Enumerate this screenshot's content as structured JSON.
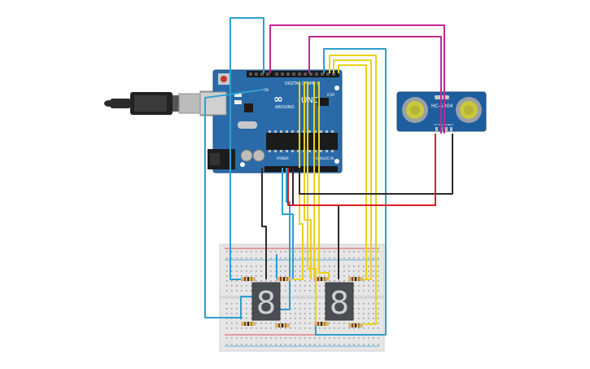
{
  "arduino": {
    "brand": "ARDUINO",
    "model": "UNO",
    "logo_glyph": "∞",
    "digital_label": "DIGITAL (PWM~)",
    "power_label": "POWER",
    "analog_label": "ANALOG IN",
    "icsp_label": "ICSP",
    "on_label": "ON",
    "board_color": "#2a6aa8"
  },
  "sensor": {
    "model": "HC-SR04",
    "pins": [
      "Vcc",
      "Trig",
      "Echo",
      "Gnd"
    ],
    "board_color": "#1f5e9e"
  },
  "displays": [
    {
      "glyph": "8"
    },
    {
      "glyph": "8"
    }
  ],
  "usb": {
    "icon": "usb-cable-icon"
  },
  "wire_colors": {
    "blue": "#2f9fd0",
    "magenta": "#c2288f",
    "yellow": "#e8d21b",
    "black": "#2b2b2b",
    "red": "#d81f26",
    "resistor_body": "#d7b37a"
  }
}
